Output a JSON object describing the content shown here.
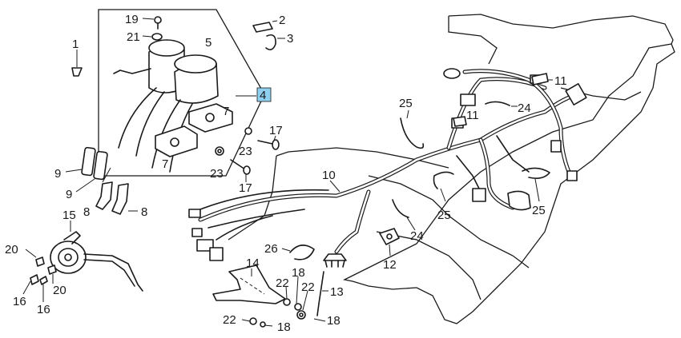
{
  "callouts": {
    "c1": "1",
    "c2": "2",
    "c3": "3",
    "c4": "4",
    "c5": "5",
    "c7a": "7",
    "c7b": "7",
    "c8a": "8",
    "c8b": "8",
    "c9a": "9",
    "c9b": "9",
    "c10": "10",
    "c11a": "11",
    "c11b": "11",
    "c12": "12",
    "c13": "13",
    "c14": "14",
    "c15": "15",
    "c16a": "16",
    "c16b": "16",
    "c17a": "17",
    "c17b": "17",
    "c18a": "18",
    "c18b": "18",
    "c18c": "18",
    "c19": "19",
    "c20a": "20",
    "c20b": "20",
    "c21": "21",
    "c22a": "22",
    "c22b": "22",
    "c22c": "22",
    "c23a": "23",
    "c23b": "23",
    "c24a": "24",
    "c24b": "24",
    "c25a": "25",
    "c25b": "25",
    "c25c": "25",
    "c26": "26"
  },
  "colors": {
    "line": "#1a1a1a",
    "highlight": "#8fd0f0",
    "background": "#ffffff"
  }
}
